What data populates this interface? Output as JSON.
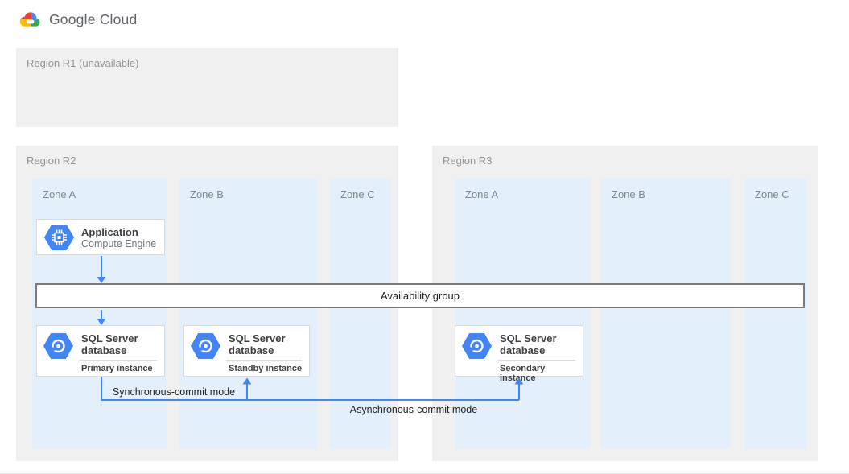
{
  "brand": {
    "name": "Google Cloud",
    "logo": "google-cloud-logo"
  },
  "regions": {
    "r1": {
      "label": "Region R1 (unavailable)"
    },
    "r2": {
      "label": "Region R2"
    },
    "r3": {
      "label": "Region R3"
    }
  },
  "zone_labels": {
    "a": "Zone A",
    "b": "Zone B",
    "c": "Zone C"
  },
  "nodes": {
    "application": {
      "title": "Application",
      "subtitle": "Compute Engine",
      "icon": "compute-engine-icon"
    },
    "availability_group": {
      "label": "Availability group"
    },
    "primary_db": {
      "title": "SQL Server database",
      "instance": "Primary instance",
      "icon": "sql-database-icon"
    },
    "standby_db": {
      "title": "SQL Server database",
      "instance": "Standby instance",
      "icon": "sql-database-icon"
    },
    "secondary_db": {
      "title": "SQL Server database",
      "instance": "Secondary instance",
      "icon": "sql-database-icon"
    }
  },
  "connections": {
    "sync_label": "Synchronous-commit mode",
    "async_label": "Asynchronous-commit mode"
  },
  "colors": {
    "accent_blue": "#4285f4",
    "region_fill": "#f0f0f0",
    "zone_fill": "#e3f0fc",
    "bar_border": "#7a7a7a",
    "label_gray": "#80868b",
    "brand_gray": "#5f6368"
  }
}
